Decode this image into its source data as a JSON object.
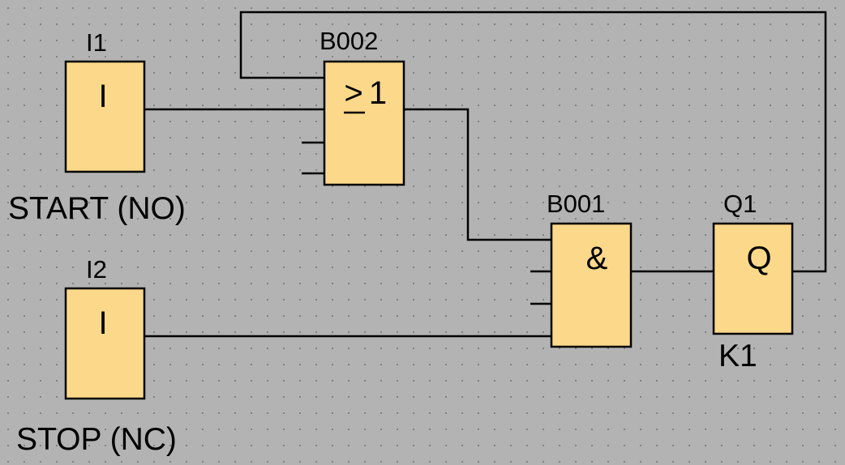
{
  "blocks": {
    "i1": {
      "id": "I1",
      "symbol": "I",
      "label": "START (NO)"
    },
    "i2": {
      "id": "I2",
      "symbol": "I",
      "label": "STOP (NC)"
    },
    "b002": {
      "id": "B002",
      "symbol": "1",
      "prefix": ">"
    },
    "b001": {
      "id": "B001",
      "symbol": "&"
    },
    "q1": {
      "id": "Q1",
      "symbol": "Q",
      "label": "K1"
    }
  },
  "colors": {
    "block_fill": "#fcd88a",
    "background": "#b3b3b3",
    "wire": "#000000"
  }
}
